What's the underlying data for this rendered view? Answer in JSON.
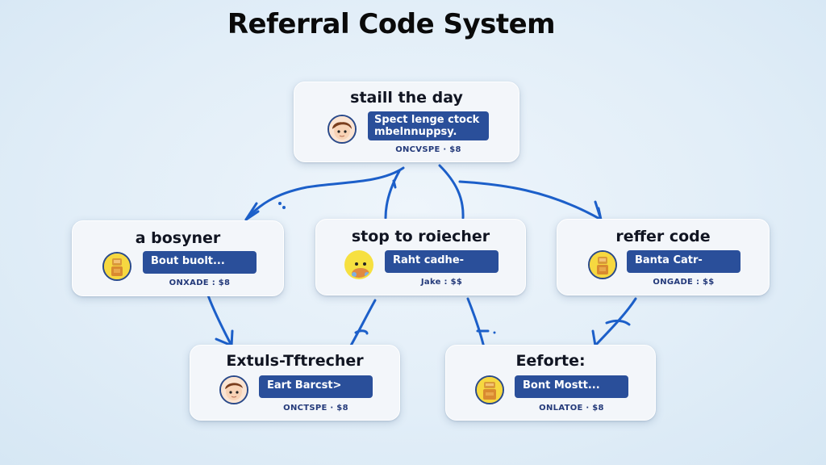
{
  "title": "Referral Code System",
  "colors": {
    "background": "#e2eef8",
    "card": "#f3f6fa",
    "pill": "#2a4f9a",
    "arrow": "#1c5fc9",
    "title": "#0a0a0a"
  },
  "nodes": {
    "root": {
      "title": "staill the day",
      "avatar": "boy-avatar-icon",
      "code_line1": "Spect lenge ctock",
      "code_line2": "mbelnnuppsy.",
      "reward": "ONCVSPE · $8"
    },
    "left": {
      "title": "a bosyner",
      "avatar": "robot-avatar-icon",
      "code": "Bout buolt...",
      "reward": "ONXADE : $8"
    },
    "center": {
      "title": "stop to roiecher",
      "avatar": "emoji-avatar-icon",
      "code": "Raht cadhe-",
      "reward": "Jake : $$"
    },
    "right": {
      "title": "reffer code",
      "avatar": "robot-avatar-icon",
      "code": "Banta Catr-",
      "reward": "ONGADE : $$"
    },
    "bottom_left": {
      "title": "Extuls-Tftrecher",
      "avatar": "boy-avatar-icon",
      "code": "Eart Barcst>",
      "reward": "ONCTSPE · $8"
    },
    "bottom_right": {
      "title": "Eeforte:",
      "avatar": "robot-avatar-icon",
      "code": "Bont Mostt...",
      "reward": "ONLATOE · $8"
    }
  }
}
